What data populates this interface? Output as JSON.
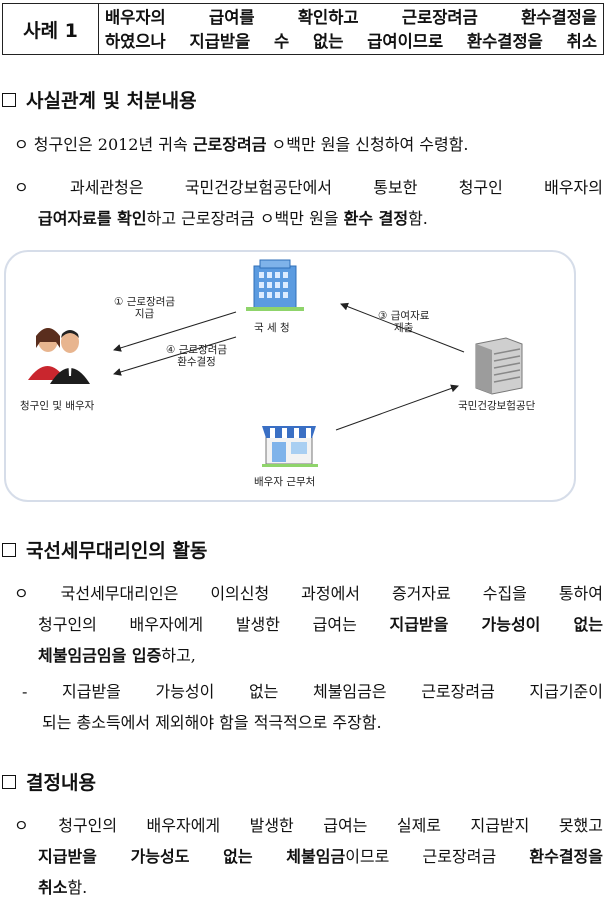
{
  "case": {
    "tag": "사례 1",
    "title_line1": "배우자의 급여를 확인하고 근로장려금 환수결정을",
    "title_line2": "하였으나 지급받을 수 없는 급여이므로 환수결정을 취소"
  },
  "sections": {
    "facts": {
      "heading": "사실관계 및 처분내용",
      "p1": {
        "l1a": "ㅇ 청구인은 2012년 귀속 ",
        "l1b": "근로장려금",
        "l1c": " ㅇ백만 원을 신청하여 수령함."
      },
      "p2": {
        "l1": "ㅇ 과세관청은 국민건강보험공단에서 통보한 청구인 배우자의",
        "l2a": "급여자료를 확인",
        "l2b": "하고 근로장려금 ㅇ백만 원을 ",
        "l2c": "환수 결정",
        "l2d": "함."
      }
    },
    "activity": {
      "heading": "국선세무대리인의 활동",
      "p1": {
        "l1": "ㅇ 국선세무대리인은 이의신청 과정에서 증거자료 수집을 통하여",
        "l2a": "청구인의 배우자에게 발생한 급여는 ",
        "l2b": "지급받을 가능성이 없는",
        "l3a": "체불임금임을 입증",
        "l3b": "하고,"
      },
      "p2": {
        "l1": "- 지급받을 가능성이 없는 체불임금은 근로장려금 지급기준이",
        "l2": "되는 총소득에서 제외해야 함을 적극적으로 주장함."
      }
    },
    "decision": {
      "heading": "결정내용",
      "p1": {
        "l1": "ㅇ 청구인의 배우자에게 발생한 급여는 실제로 지급받지 못했고",
        "l2a": "지급받을 가능성도 없는 체불임금",
        "l2b": "이므로 근로장려금 ",
        "l2c": "환수결정",
        "l2d": "을",
        "l3a": "취소",
        "l3b": "함."
      }
    }
  },
  "diagram": {
    "nodes": {
      "tax_office": "국 세 청",
      "claimant": "청구인 및 배우자",
      "nhis": "국민건강보험공단",
      "workplace": "배우자 근무처"
    },
    "arrows": {
      "a1_line1": "① 근로장려금",
      "a1_line2": "지급",
      "a4_line1": "④ 근로장려금",
      "a4_line2": "환수결정",
      "a3_line1": "③ 급여자료",
      "a3_line2": "제출"
    },
    "colors": {
      "border": "#d6dde9",
      "building_blue": "#4a8fd8",
      "awning": "#3a6fc4"
    }
  }
}
